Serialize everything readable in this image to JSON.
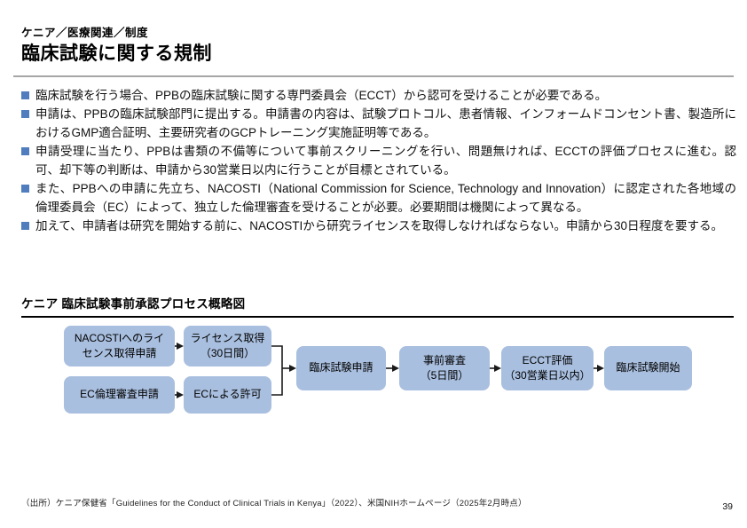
{
  "header": {
    "category": "ケニア／医療関連／制度",
    "title": "臨床試験に関する規制"
  },
  "bullets": [
    "臨床試験を行う場合、PPBの臨床試験に関する専門委員会（ECCT）から認可を受けることが必要である。",
    "申請は、PPBの臨床試験部門に提出する。申請書の内容は、試験プロトコル、患者情報、インフォームドコンセント書、製造所におけるGMP適合証明、主要研究者のGCPトレーニング実施証明等である。",
    "申請受理に当たり、PPBは書類の不備等について事前スクリーニングを行い、問題無ければ、ECCTの評価プロセスに進む。認可、却下等の判断は、申請から30営業日以内に行うことが目標とされている。",
    "また、PPBへの申請に先立ち、NACOSTI（National Commission for Science, Technology and Innovation）に認定された各地域の倫理委員会（EC）によって、独立した倫理審査を受けることが必要。必要期間は機関によって異なる。",
    "加えて、申請者は研究を開始する前に、NACOSTIから研究ライセンスを取得しなければならない。申請から30日程度を要する。"
  ],
  "diagram": {
    "heading": "ケニア 臨床試験事前承認プロセス概略図",
    "boxes": [
      {
        "id": "nacosti-license-application",
        "lines": [
          "NACOSTIへのライ",
          "センス取得申請"
        ]
      },
      {
        "id": "license-acquired",
        "lines": [
          "ライセンス取得",
          "（30日間）"
        ]
      },
      {
        "id": "ec-ethics-review-application",
        "lines": [
          "EC倫理審査申請"
        ]
      },
      {
        "id": "ec-approval",
        "lines": [
          "ECによる許可"
        ]
      },
      {
        "id": "clinical-trial-application",
        "lines": [
          "臨床試験申請"
        ]
      },
      {
        "id": "pre-screening",
        "lines": [
          "事前審査",
          "（5日間）"
        ]
      },
      {
        "id": "ecct-evaluation",
        "lines": [
          "ECCT評価",
          "（30営業日以内）"
        ]
      },
      {
        "id": "clinical-trial-start",
        "lines": [
          "臨床試験開始"
        ]
      }
    ]
  },
  "footer": {
    "source": "（出所）ケニア保健省「Guidelines for the Conduct of Clinical Trials in Kenya」（2022）、米国NIHホームページ（2025年2月時点）",
    "page_number": "39"
  },
  "colors": {
    "box_fill": "#A9BFDF",
    "bullet_blue": "#4F7DBE",
    "divider_gray": "#A6A6A6"
  }
}
